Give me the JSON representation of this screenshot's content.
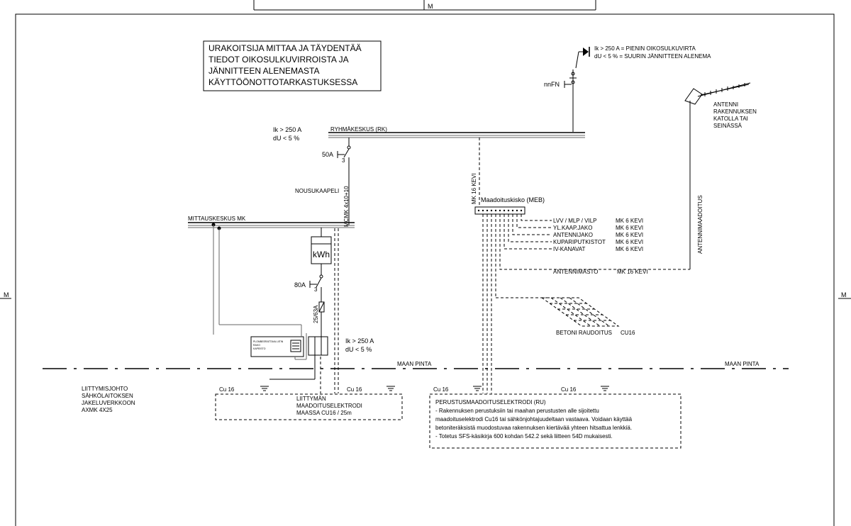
{
  "frame": {
    "marker": "M"
  },
  "note_box": {
    "lines": [
      "URAKOITSIJA MITTAA JA TÄYDENTÄÄ",
      "TIEDOT OIKOSULKUVIRROISTA JA",
      "JÄNNITTEEN ALENEMASTA",
      "KÄYTTÖÖNOTTOTARKASTUKSESSA"
    ]
  },
  "legend_top_right": {
    "line1": "Ik  > 250 A = PIENIN OIKOSULKUVIRTA",
    "line2": "dU <  5  % = SUURIN JÄNNITTEEN ALENEMA",
    "nnfn": "nnFN"
  },
  "rk": {
    "ik": "Ik  > 250 A",
    "du": "dU <  5  %",
    "bus_label": "RYHMÄKESKUS (RK)",
    "breaker": "50A",
    "pole": "3"
  },
  "riser": {
    "label": "NOUSUKAAPELI",
    "cable": "MCMK 4x10+10"
  },
  "mk": {
    "bus_label": "MITTAUSKESKUS MK",
    "meter": "kWh",
    "breaker": "80A",
    "pole": "3",
    "fuse": "25/63A",
    "small_text": [
      "PLOMBEERATTAVA LIITIN",
      "RAKO",
      "KAPEISTO"
    ]
  },
  "mk_ik": {
    "ik": "Ik  > 250 A",
    "du": "dU <  5  %"
  },
  "antenna": {
    "label": [
      "ANTENNI",
      "RAKENNUKSEN",
      "KATOLLA TAI",
      "SEINÄSSÄ"
    ],
    "earth_label": "ANTENNIMAADOITUS"
  },
  "meb": {
    "label": "Maadoituskisko (MEB)",
    "cable_to_rk": "MK 16 KEVI",
    "connections": [
      {
        "name": "LVV / MLP / VILP",
        "cable": "MK 6 KEVI"
      },
      {
        "name": "YL.KAAP.JAKO",
        "cable": "MK 6 KEVI"
      },
      {
        "name": "ANTENNIJAKO",
        "cable": "MK 6 KEVI"
      },
      {
        "name": "KUPARIPUTKISTOT",
        "cable": "MK 6 KEVI"
      },
      {
        "name": "IV-KANAVAT",
        "cable": "MK 6 KEVI"
      }
    ],
    "antenna_mast": "ANTENNIMASTO",
    "antenna_mast_cable": "MK 16 KEVI"
  },
  "rebar": {
    "label": "BETONI RAUDOITUS",
    "size": "CU16"
  },
  "ground": {
    "label": "MAAN PINTA"
  },
  "supply": {
    "lines": [
      "LIITTYMISJOHTO",
      "SÄHKÖLAITOKSEN",
      "JAKELUVERKKOON",
      "AXMK 4X25"
    ]
  },
  "electrode_left": {
    "cu1": "Cu 16",
    "cu2": "Cu 16",
    "lines": [
      "LIITTYMÄN",
      "MAADOITUSELEKTRODI",
      "MAASSA CU16 / 25m"
    ]
  },
  "electrode_right": {
    "cu1": "Cu 16",
    "cu2": "Cu 16",
    "title": "PERUSTUSMAADOITUSELEKTRODI (RU)",
    "lines": [
      "- Rakennuksen perustuksiin tai maahan perustusten alle sijoitettu",
      "maadoituselektrodi Cu16 tai sähkönjohtajuudeltaan vastaava. Voidaan käyttää",
      "betoniteräksistä muodostuvaa rakennuksen kiertävää yhteen hitsattua lenkkiä.",
      "- Totetus SFS-käsikirja 600 kohdan 542.2 sekä liitteen 54D mukaisesti."
    ]
  }
}
